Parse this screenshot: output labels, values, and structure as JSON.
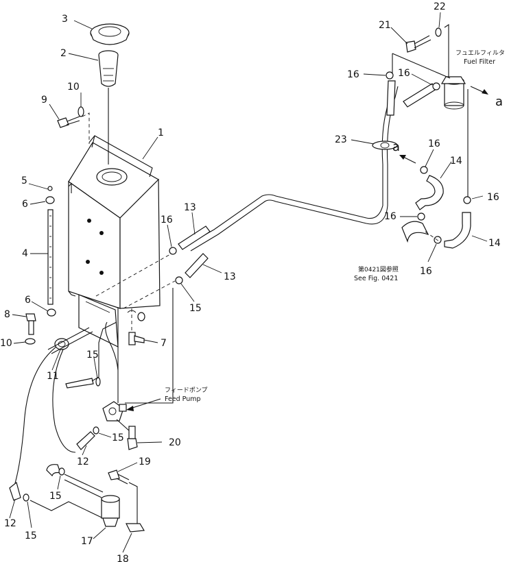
{
  "callouts": [
    {
      "id": "c3",
      "text": "3"
    },
    {
      "id": "c2",
      "text": "2"
    },
    {
      "id": "c10a",
      "text": "10"
    },
    {
      "id": "c9",
      "text": "9"
    },
    {
      "id": "c1",
      "text": "1"
    },
    {
      "id": "c5",
      "text": "5"
    },
    {
      "id": "c6a",
      "text": "6"
    },
    {
      "id": "c4",
      "text": "4"
    },
    {
      "id": "c6b",
      "text": "6"
    },
    {
      "id": "c8",
      "text": "8"
    },
    {
      "id": "c10b",
      "text": "10"
    },
    {
      "id": "c11",
      "text": "11"
    },
    {
      "id": "c15a",
      "text": "15"
    },
    {
      "id": "c7",
      "text": "7"
    },
    {
      "id": "c16a",
      "text": "16"
    },
    {
      "id": "c13a",
      "text": "13"
    },
    {
      "id": "c13b",
      "text": "13"
    },
    {
      "id": "c15b",
      "text": "15"
    },
    {
      "id": "c15c",
      "text": "15"
    },
    {
      "id": "c20",
      "text": "20"
    },
    {
      "id": "c12a",
      "text": "12"
    },
    {
      "id": "c19",
      "text": "19"
    },
    {
      "id": "c15d",
      "text": "15"
    },
    {
      "id": "c12b",
      "text": "12"
    },
    {
      "id": "c15e",
      "text": "15"
    },
    {
      "id": "c17",
      "text": "17"
    },
    {
      "id": "c18",
      "text": "18"
    },
    {
      "id": "c22",
      "text": "22"
    },
    {
      "id": "c21",
      "text": "21"
    },
    {
      "id": "c16b",
      "text": "16"
    },
    {
      "id": "c16c",
      "text": "16"
    },
    {
      "id": "c23",
      "text": "23"
    },
    {
      "id": "c16d",
      "text": "16"
    },
    {
      "id": "c14a",
      "text": "14"
    },
    {
      "id": "c16e",
      "text": "16"
    },
    {
      "id": "c16f",
      "text": "16"
    },
    {
      "id": "c14b",
      "text": "14"
    },
    {
      "id": "c16g",
      "text": "16"
    }
  ],
  "labels": {
    "fuel_filter_jp": "フュエルフィルタ",
    "fuel_filter_en": "Fuel Filter",
    "feed_pump_jp": "フィードポンプ",
    "feed_pump_en": "Feed Pump",
    "see_fig_jp": "第0421図参照",
    "see_fig_en": "See Fig. 0421",
    "connection_a_right": "a",
    "connection_a_center": "a"
  }
}
